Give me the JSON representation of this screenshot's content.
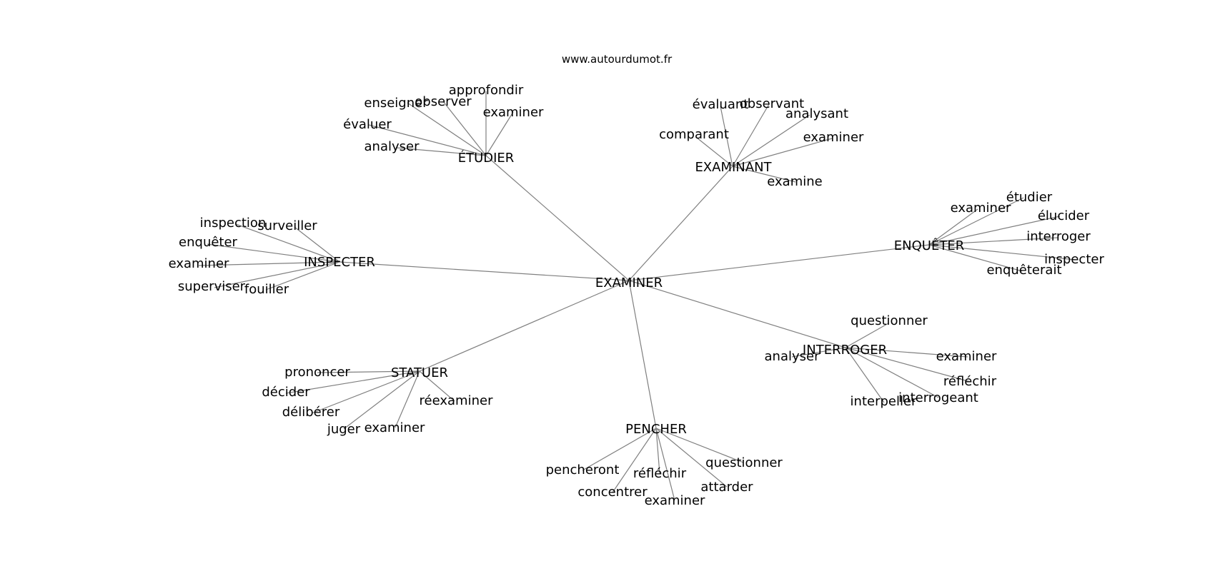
{
  "site": "www.autourdumot.fr",
  "center": "EXAMINER",
  "colors": {
    "edge": "#7f7f7f",
    "text": "#000000",
    "background": "#ffffff"
  },
  "hubs": [
    {
      "label": "ÉTUDIER",
      "leaves": [
        "approfondir",
        "observer",
        "enseigner",
        "examiner",
        "évaluer",
        "analyser"
      ]
    },
    {
      "label": "EXAMINANT",
      "leaves": [
        "évaluant",
        "observant",
        "analysant",
        "comparant",
        "examiner",
        "examine"
      ]
    },
    {
      "label": "ENQUÊTER",
      "leaves": [
        "étudier",
        "examiner",
        "élucider",
        "interroger",
        "inspecter",
        "enquêterait"
      ]
    },
    {
      "label": "INSPECTER",
      "leaves": [
        "inspection",
        "surveiller",
        "enquêter",
        "examiner",
        "superviser",
        "fouiller"
      ]
    },
    {
      "label": "INTERROGER",
      "leaves": [
        "questionner",
        "analyser",
        "examiner",
        "réfléchir",
        "interrogeant",
        "interpeller"
      ]
    },
    {
      "label": "STATUER",
      "leaves": [
        "prononcer",
        "décider",
        "réexaminer",
        "délibérer",
        "juger",
        "examiner"
      ]
    },
    {
      "label": "PENCHER",
      "leaves": [
        "questionner",
        "pencheront",
        "réfléchir",
        "attarder",
        "concentrer",
        "examiner"
      ]
    }
  ]
}
